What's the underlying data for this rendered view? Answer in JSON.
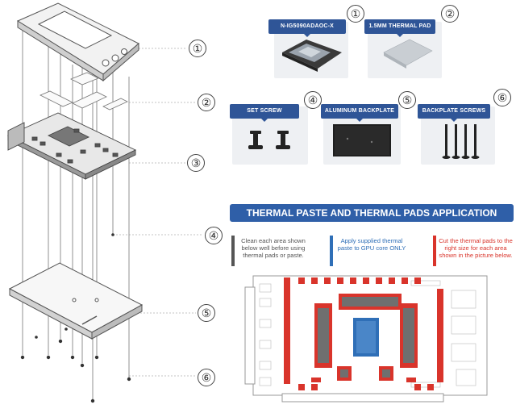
{
  "parts": [
    {
      "number": "①",
      "label": "N-IG5090ADAOC-X"
    },
    {
      "number": "②",
      "label": "1.5MM THERMAL PAD"
    },
    {
      "number": "④",
      "label": "SET SCREW"
    },
    {
      "number": "⑤",
      "label": "ALUMINUM BACKPLATE"
    },
    {
      "number": "⑥",
      "label": "BACKPLATE SCREWS"
    }
  ],
  "callouts": [
    "①",
    "②",
    "③",
    "④",
    "⑤",
    "⑥"
  ],
  "application": {
    "title": "THERMAL PASTE AND THERMAL PADS APPLICATION",
    "notes": [
      {
        "text": "Clean each area shown below well before using thermal pads or paste.",
        "color": "#555555"
      },
      {
        "text": "Apply supplied thermal paste to GPU core ONLY",
        "color": "#2f6fb7"
      },
      {
        "text": "Cut the thermal pads to the right size for each area shown in the picture below.",
        "color": "#d9342b"
      }
    ]
  },
  "colors": {
    "accent": "#2f5597",
    "pad": "#d9342b",
    "core": "#2f6fb7",
    "clean": "#555555"
  }
}
